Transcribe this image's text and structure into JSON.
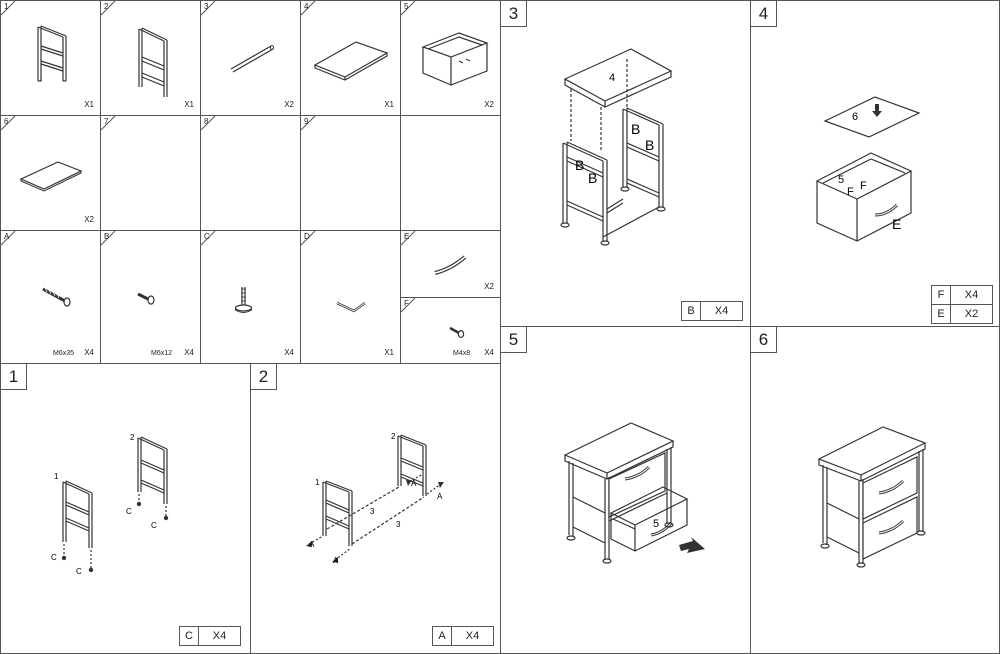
{
  "parts": [
    {
      "num": "1",
      "qty": "X1"
    },
    {
      "num": "2",
      "qty": "X1"
    },
    {
      "num": "3",
      "qty": "X2"
    },
    {
      "num": "4",
      "qty": "X1"
    },
    {
      "num": "5",
      "qty": "X2"
    },
    {
      "num": "6",
      "qty": "X2"
    },
    {
      "num": "7",
      "qty": ""
    },
    {
      "num": "8",
      "qty": ""
    },
    {
      "num": "9",
      "qty": ""
    }
  ],
  "hardware": [
    {
      "letter": "A",
      "spec": "M6x35",
      "qty": "X4"
    },
    {
      "letter": "B",
      "spec": "M6x12",
      "qty": "X4"
    },
    {
      "letter": "C",
      "spec": "",
      "qty": "X4"
    },
    {
      "letter": "D",
      "spec": "",
      "qty": "X1"
    },
    {
      "letter": "E",
      "spec": "",
      "qty": "X2"
    },
    {
      "letter": "F",
      "spec": "M4x8",
      "qty": "X4"
    }
  ],
  "steps": [
    {
      "num": "1",
      "callouts": {
        "frame_a": "1",
        "frame_b": "2",
        "foot": "C"
      },
      "parts": [
        {
          "letter": "C",
          "qty": "X4"
        }
      ]
    },
    {
      "num": "2",
      "callouts": {
        "frame_a": "1",
        "frame_b": "2",
        "bar": "3",
        "screw": "A"
      },
      "parts": [
        {
          "letter": "A",
          "qty": "X4"
        }
      ]
    },
    {
      "num": "3",
      "callouts": {
        "top": "4",
        "screw": "B"
      },
      "parts": [
        {
          "letter": "B",
          "qty": "X4"
        }
      ]
    },
    {
      "num": "4",
      "callouts": {
        "bottom": "6",
        "drawer": "5",
        "screw": "F",
        "handle": "E"
      },
      "parts": [
        {
          "letter": "F",
          "qty": "X4"
        },
        {
          "letter": "E",
          "qty": "X2"
        }
      ]
    },
    {
      "num": "5",
      "callouts": {
        "drawer": "5"
      },
      "parts": []
    },
    {
      "num": "6",
      "callouts": {},
      "parts": []
    }
  ]
}
